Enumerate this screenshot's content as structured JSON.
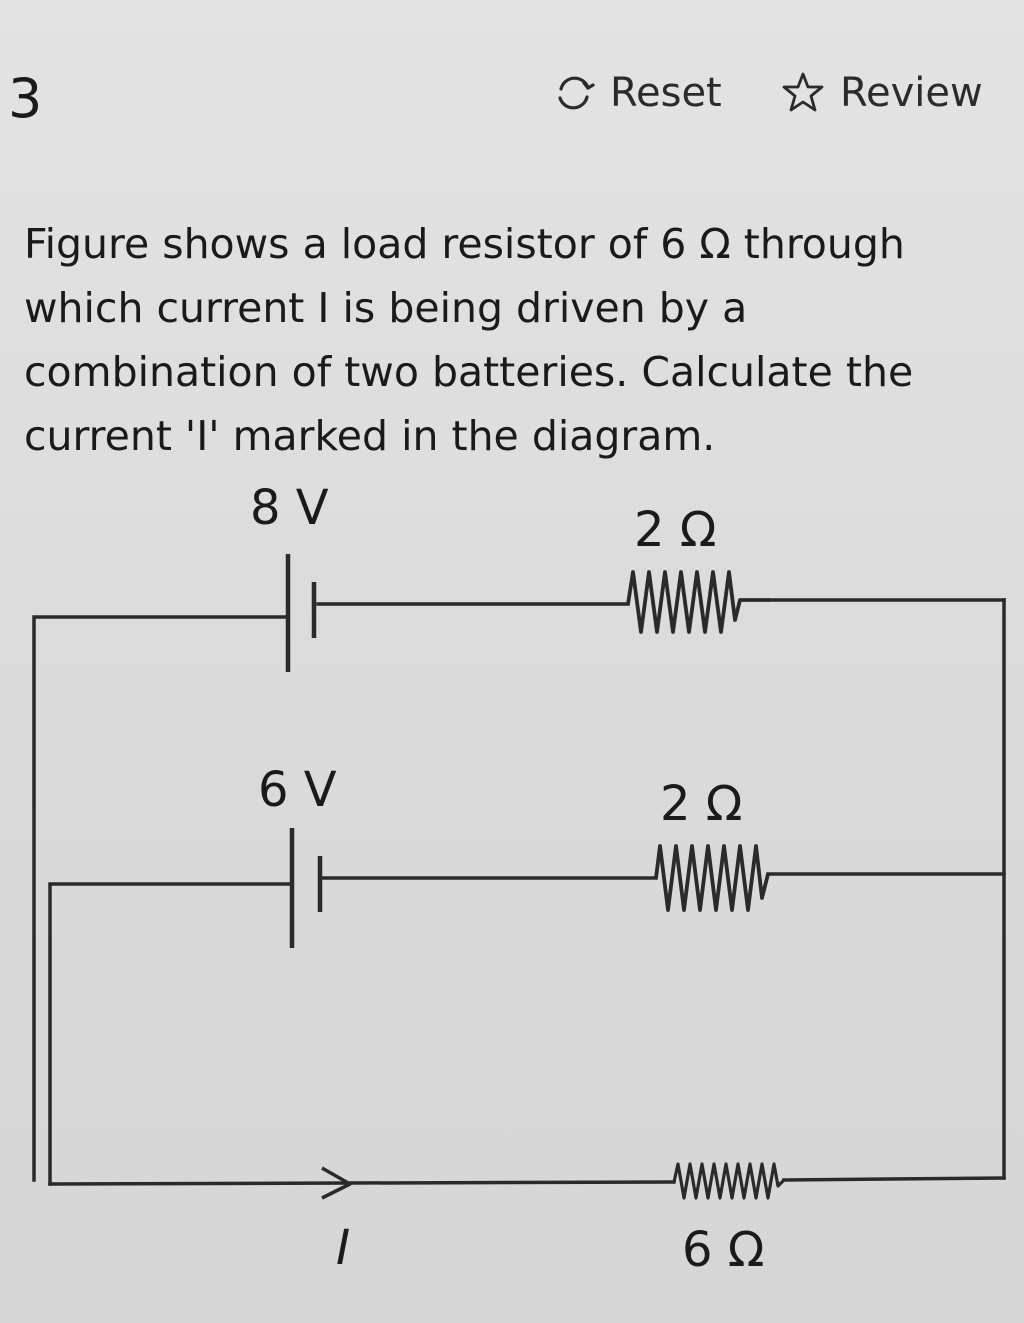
{
  "header": {
    "question_number": "3",
    "reset_label": "Reset",
    "review_label": "Review"
  },
  "question": {
    "line1": "Figure shows a load resistor of 6 Ω through",
    "line2": "which current I is being driven by a",
    "line3": "combination of two batteries. Calculate the",
    "line4": "current 'I' marked in the diagram."
  },
  "circuit": {
    "battery_top_label": "8 V",
    "battery_middle_label": "6 V",
    "resistor_top_label": "2 Ω",
    "resistor_middle_label": "2 Ω",
    "resistor_load_label": "6 Ω",
    "current_label": "I"
  }
}
